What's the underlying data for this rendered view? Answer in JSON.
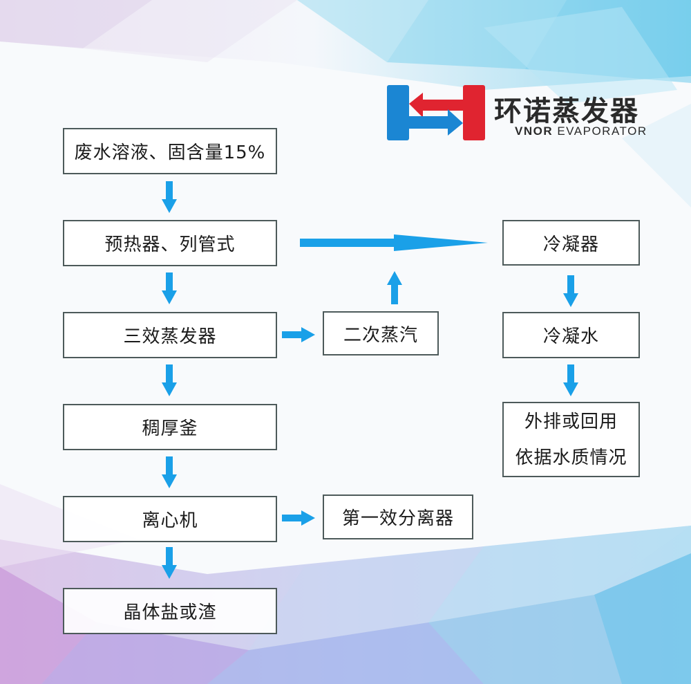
{
  "logo": {
    "name_cn": "环诺蒸发器",
    "name_en_bold": "VNOR",
    "name_en_rest": " EVAPORATOR",
    "colors": {
      "blue": "#1b86d3",
      "red": "#e02430"
    }
  },
  "nodes": {
    "wastewater": "废水溶液、固含量15%",
    "preheater": "预热器、列管式",
    "evaporator": "三效蒸发器",
    "thickener": "稠厚釜",
    "centrifuge": "离心机",
    "crystal": "晶体盐或渣",
    "secondary_steam": "二次蒸汽",
    "separator": "第一效分离器",
    "condenser": "冷凝器",
    "condensate": "冷凝水",
    "discharge_line1": "外排或回用",
    "discharge_line2": "依据水质情况"
  },
  "colors": {
    "arrow": "#1aa0e8",
    "border": "#4d5a5a"
  }
}
